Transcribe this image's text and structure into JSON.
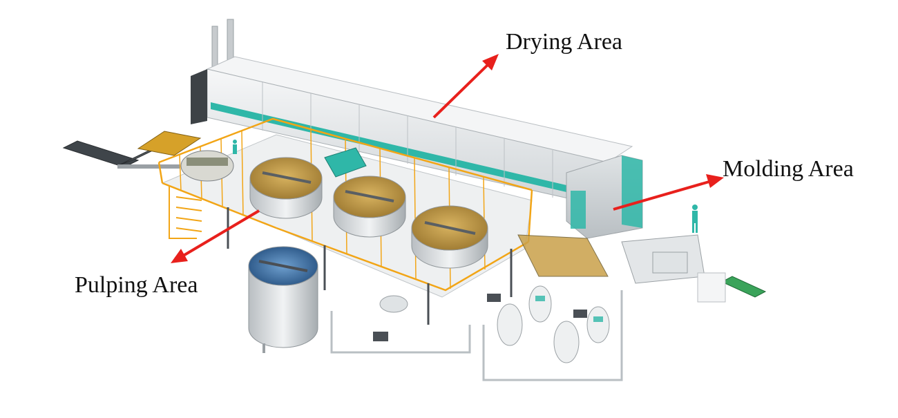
{
  "labels": {
    "drying": "Drying Area",
    "molding": "Molding Area",
    "pulping": "Pulping Area"
  },
  "colors": {
    "arrow": "#e8201c",
    "teal_stripe": "#2fb7a8",
    "railing": "#f2a516",
    "machine_body": "#e9ecee",
    "conveyor": "#4a4f55",
    "out_conveyor": "#3aa35a",
    "pulp": "#c9a14a",
    "water": "#2f6fa8"
  }
}
